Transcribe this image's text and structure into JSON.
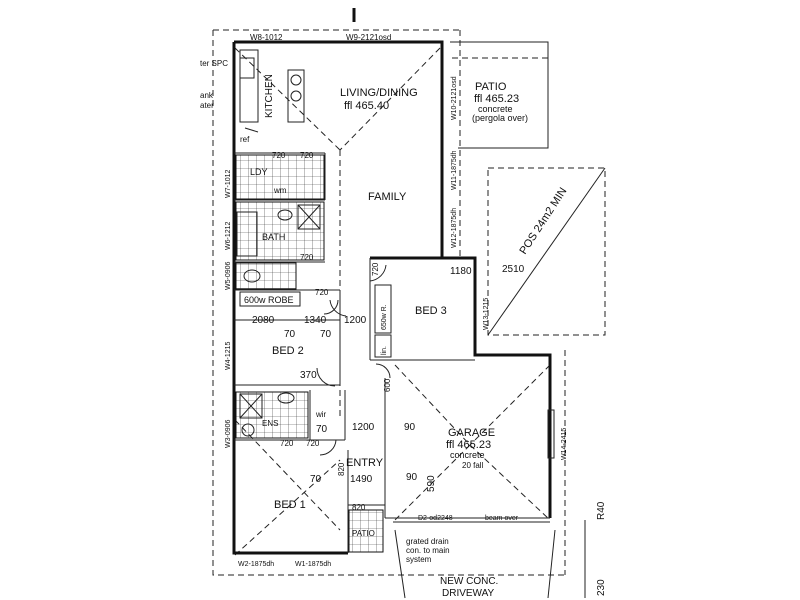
{
  "rooms": {
    "kitchen": "KITCHEN",
    "living": "LIVING/DINING",
    "living_fl": "ffl 465.40",
    "family": "FAMILY",
    "patio": "PATIO",
    "patio_fl": "ffl 465.23",
    "patio_mat": "concrete",
    "patio_note": "(pergola over)",
    "bed3": "BED 3",
    "bed2": "BED 2",
    "bed1": "BED 1",
    "garage": "GARAGE",
    "garage_fl": "ffl 465.23",
    "garage_mat": "concrete",
    "garage_fall": "20 fall",
    "entry": "ENTRY",
    "bath": "BATH",
    "ldy": "LDY",
    "ens": "ENS",
    "robe": "600w ROBE",
    "wm": "wm",
    "ref": "ref",
    "wir": "wir",
    "lin": "lin.",
    "robe_r": "650w R.",
    "porch": "PATIO"
  },
  "windows": {
    "w8": "W8-1012",
    "w9": "W9-2121osd",
    "w10": "W10-2121osd",
    "w11": "W11-1875dh",
    "w12": "W12-1875dh",
    "w7": "W7-1012",
    "w6": "W6-1212",
    "w5": "W5-0906",
    "w4": "W4-1215",
    "w3": "W3-0906",
    "w13": "W13-1215",
    "w14": "W14-2415",
    "w2": "W2-1875dh",
    "w1": "W1-1875dh",
    "d2": "D2-od2248",
    "beam": "beam over"
  },
  "dims": {
    "d720a": "720",
    "d720b": "720",
    "d720c": "720",
    "d720d": "720",
    "d720e": "720",
    "d720f": "720",
    "d720g": "720",
    "d2080": "2080",
    "d1340": "1340",
    "d1200a": "1200",
    "d70a": "70",
    "d70b": "70",
    "d370": "370",
    "d1180": "1180",
    "d2510": "2510",
    "d1200b": "1200",
    "d90a": "90",
    "d70c": "70",
    "d1490": "1490",
    "d90b": "90",
    "d590": "590",
    "d820a": "820",
    "d820b": "820",
    "d70d": "70",
    "d600": "600"
  },
  "notes": {
    "pos": "POS 24m2 MIN",
    "drain1": "grated drain",
    "drain2": "con. to main",
    "drain3": "system",
    "driveway1": "NEW CONC.",
    "driveway2": "DRIVEWAY",
    "r40": "R40",
    "n230": "230",
    "water_label": "ter SPC",
    "tank1": "ank",
    "tank2": "ater"
  }
}
